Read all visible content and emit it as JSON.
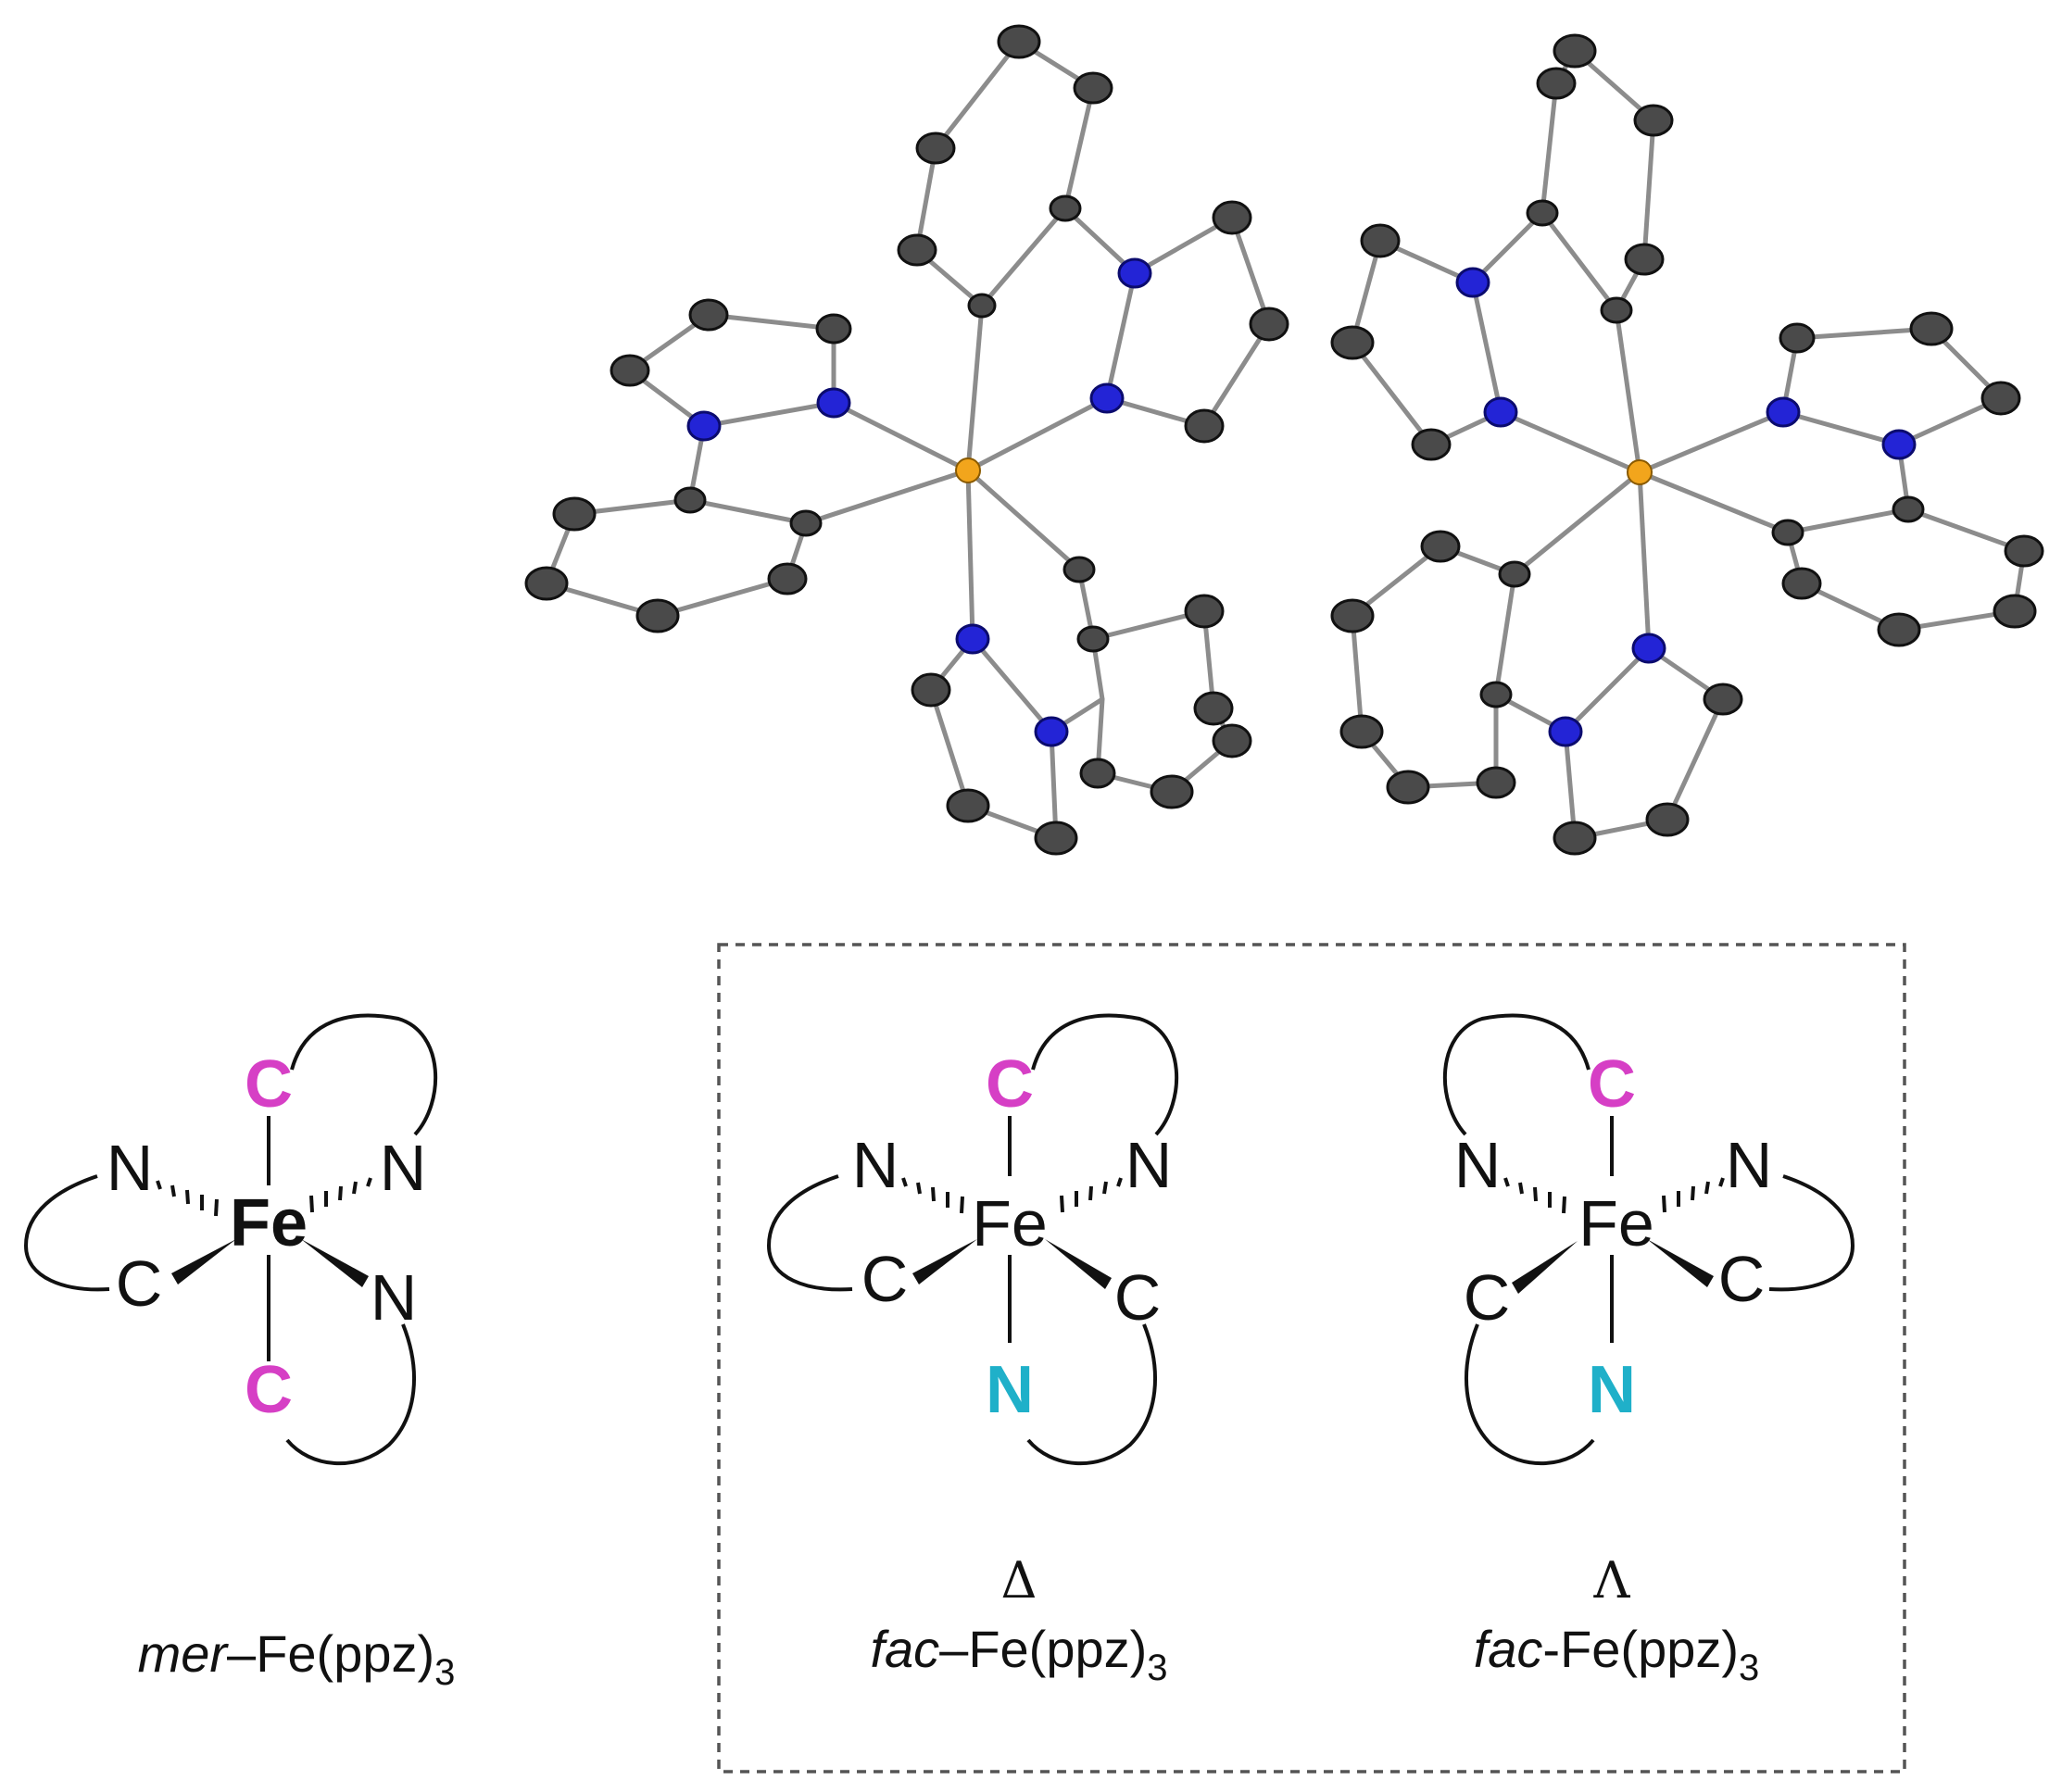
{
  "structures": {
    "mer": {
      "atoms": {
        "fe": "Fe",
        "c_top": "C",
        "c_bottom": "C",
        "n_left": "N",
        "n_right": "N",
        "c_left": "C",
        "n_lower_right": "N"
      },
      "caption": {
        "prefix": "mer",
        "dash": "–",
        "formula": "Fe(ppz)",
        "subscript": "3"
      }
    },
    "fac_delta": {
      "atoms": {
        "fe": "Fe",
        "c_top": "C",
        "n_bottom": "N",
        "n_left": "N",
        "n_right": "N",
        "c_left": "C",
        "c_right": "C"
      },
      "symbol": "Δ",
      "caption": {
        "prefix": "fac",
        "dash": "–",
        "formula": "Fe(ppz)",
        "subscript": "3"
      }
    },
    "fac_lambda": {
      "atoms": {
        "fe": "Fe",
        "c_top": "C",
        "n_bottom": "N",
        "n_left": "N",
        "n_right": "N",
        "c_left": "C",
        "c_right": "C"
      },
      "symbol": "Λ",
      "caption": {
        "prefix": "fac",
        "dash": "-",
        "formula": "Fe(ppz)",
        "subscript": "3"
      }
    }
  },
  "colors": {
    "carbon_highlight": "#d63fc5",
    "nitrogen_highlight": "#1fb0c9",
    "crystal_carbon": "#4a4a4a",
    "crystal_nitrogen": "#2324d6",
    "crystal_iron": "#f2a51c",
    "dashed_box": "#555555"
  }
}
